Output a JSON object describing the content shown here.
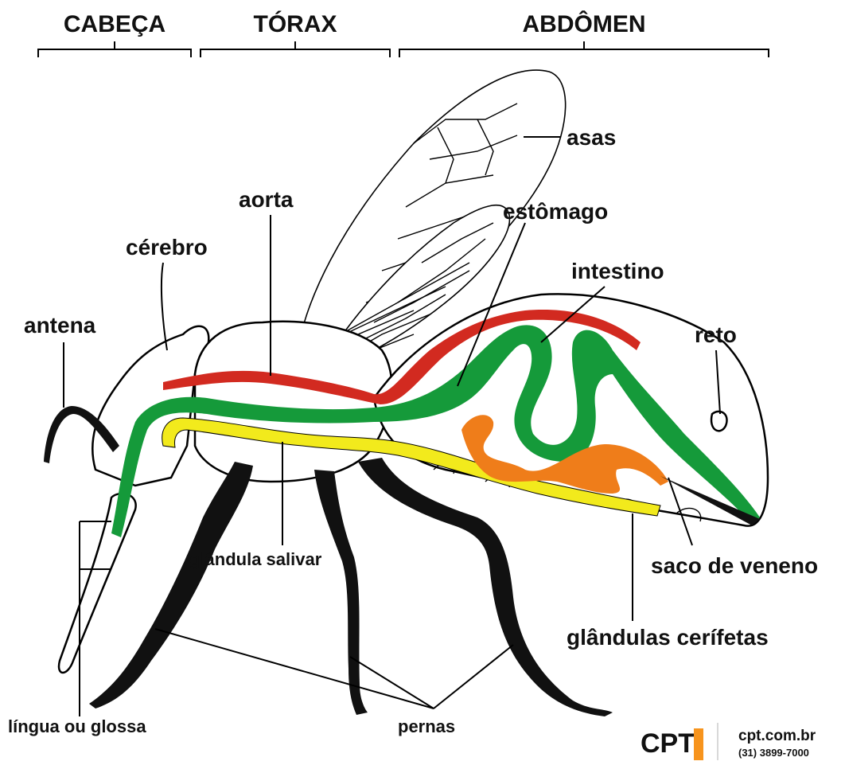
{
  "sections": {
    "head": "CABEÇA",
    "thorax": "TÓRAX",
    "abdomen": "ABDÔMEN"
  },
  "labels": {
    "wings": "asas",
    "aorta": "aorta",
    "stomach": "estômago",
    "brain": "cérebro",
    "intestine": "intestino",
    "antenna": "antena",
    "rectum": "reto",
    "salivary_gland": "glândula salivar",
    "venom_sac": "saco de veneno",
    "wax_glands": "glândulas cerífetas",
    "tongue": "língua ou glossa",
    "legs": "pernas"
  },
  "branding": {
    "logo": "CPT",
    "site": "cpt.com.br",
    "phone": "(31) 3899-7000"
  },
  "colors": {
    "aorta": "#d22a20",
    "digestive": "#159a3a",
    "salivary": "#f2ea1c",
    "venom": "#ef7d1a",
    "legs": "#111111",
    "logo_orange": "#f7941d"
  }
}
